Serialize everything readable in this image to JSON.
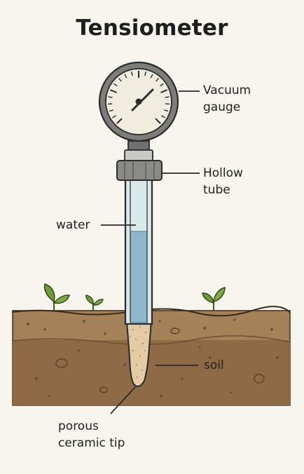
{
  "title": "Tensiometer",
  "labels": {
    "vacuum_gauge_line1": "Vacuum",
    "vacuum_gauge_line2": "gauge",
    "hollow_tube_line1": "Hollow",
    "hollow_tube_line2": "tube",
    "water": "water",
    "soil": "soil",
    "tip_line1": "porous",
    "tip_line2": "ceramic tip"
  },
  "colors": {
    "background": "#f8f5ef",
    "soil_top": "#a58159",
    "soil_bottom": "#8c6844",
    "water": "#8fb6cc",
    "tube_glass": "#d9e8e8",
    "ceramic_tip": "#e2cca4",
    "plant": "#6f9a3b",
    "outline": "#2b2b2b"
  }
}
